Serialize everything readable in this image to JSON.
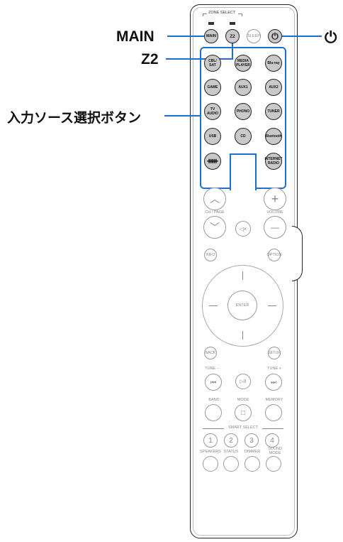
{
  "callouts": {
    "main": "MAIN",
    "z2": "Z2",
    "power": "⏻",
    "input_select": "入力ソース選択ボタン"
  },
  "zone_select": {
    "label": "ZONE SELECT"
  },
  "top_buttons": {
    "main": "MAIN",
    "z2": "Z2",
    "sleep": "SLEEP",
    "power": "⏻"
  },
  "input_buttons": [
    [
      "CBL/\nSAT",
      "MEDIA\nPLAYER",
      "Blu-ray"
    ],
    [
      "GAME",
      "AUX1",
      "AUX2"
    ],
    [
      "TV\nAUDIO",
      "PHONO",
      "TUNER"
    ],
    [
      "USB",
      "CD",
      "Bluetooth"
    ],
    [
      "ᚔ",
      "",
      "INTERNET\nRADIO"
    ]
  ],
  "nav": {
    "ch_page": "CH / PAGE",
    "volume": "VOLUME",
    "info": "INFO",
    "option": "OPTION",
    "enter": "ENTER",
    "back": "BACK",
    "setup": "SETUP",
    "tune_minus": "TUNE –",
    "tune_plus": "TUNE +",
    "band": "BAND",
    "mode": "MODE",
    "memory": "MEMORY",
    "smart_select": "SMART SELECT",
    "speakers": "SPEAKERS",
    "status": "STATUS",
    "dimmer": "DIMMER",
    "sound_mode": "SOUND\nMODE"
  },
  "glyphs": {
    "up": "︿",
    "down": "﹀",
    "plus": "+",
    "minus": "—",
    "mute": "◁×",
    "prev": "⏮",
    "playpause": "▷II",
    "next": "⏭",
    "stop": "□"
  },
  "smart": [
    "1",
    "2",
    "3",
    "4"
  ],
  "colors": {
    "accent": "#1f6fd0"
  }
}
